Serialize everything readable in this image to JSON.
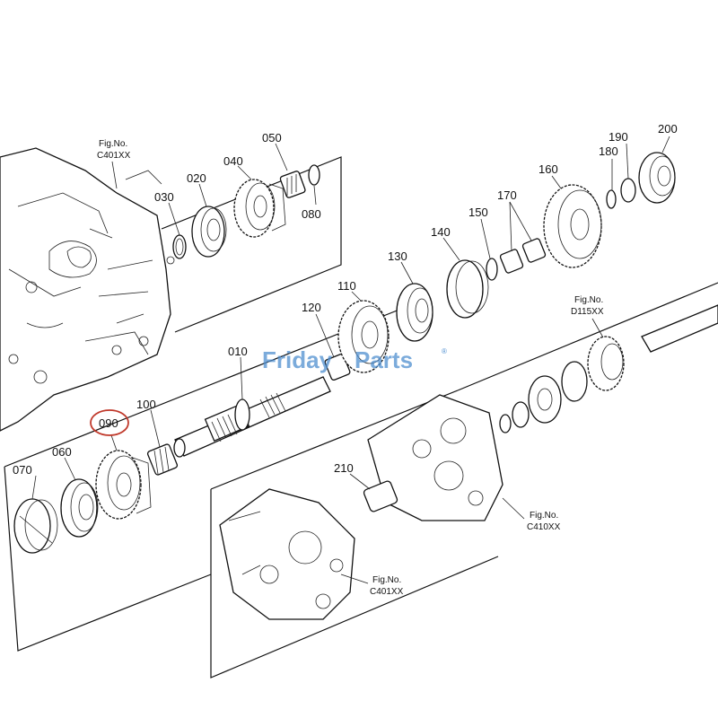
{
  "labels": {
    "p010": "010",
    "p020": "020",
    "p030": "030",
    "p040": "040",
    "p050": "050",
    "p060": "060",
    "p070": "070",
    "p080": "080",
    "p090": "090",
    "p100": "100",
    "p110": "110",
    "p120": "120",
    "p130": "130",
    "p140": "140",
    "p150": "150",
    "p160": "160",
    "p170": "170",
    "p180": "180",
    "p190": "190",
    "p200": "200",
    "p210": "210"
  },
  "figrefs": {
    "c401_top_label": "Fig.No.",
    "c401_top_code": "C401XX",
    "d115_label": "Fig.No.",
    "d115_code": "D115XX",
    "c410_label": "Fig.No.",
    "c410_code": "C410XX",
    "c401_bot_label": "Fig.No.",
    "c401_bot_code": "C401XX"
  },
  "watermark": {
    "brand_a": "Friday",
    "brand_b": "Parts",
    "mark": "®"
  },
  "highlight": {
    "part": "090",
    "color": "#c0392b"
  }
}
